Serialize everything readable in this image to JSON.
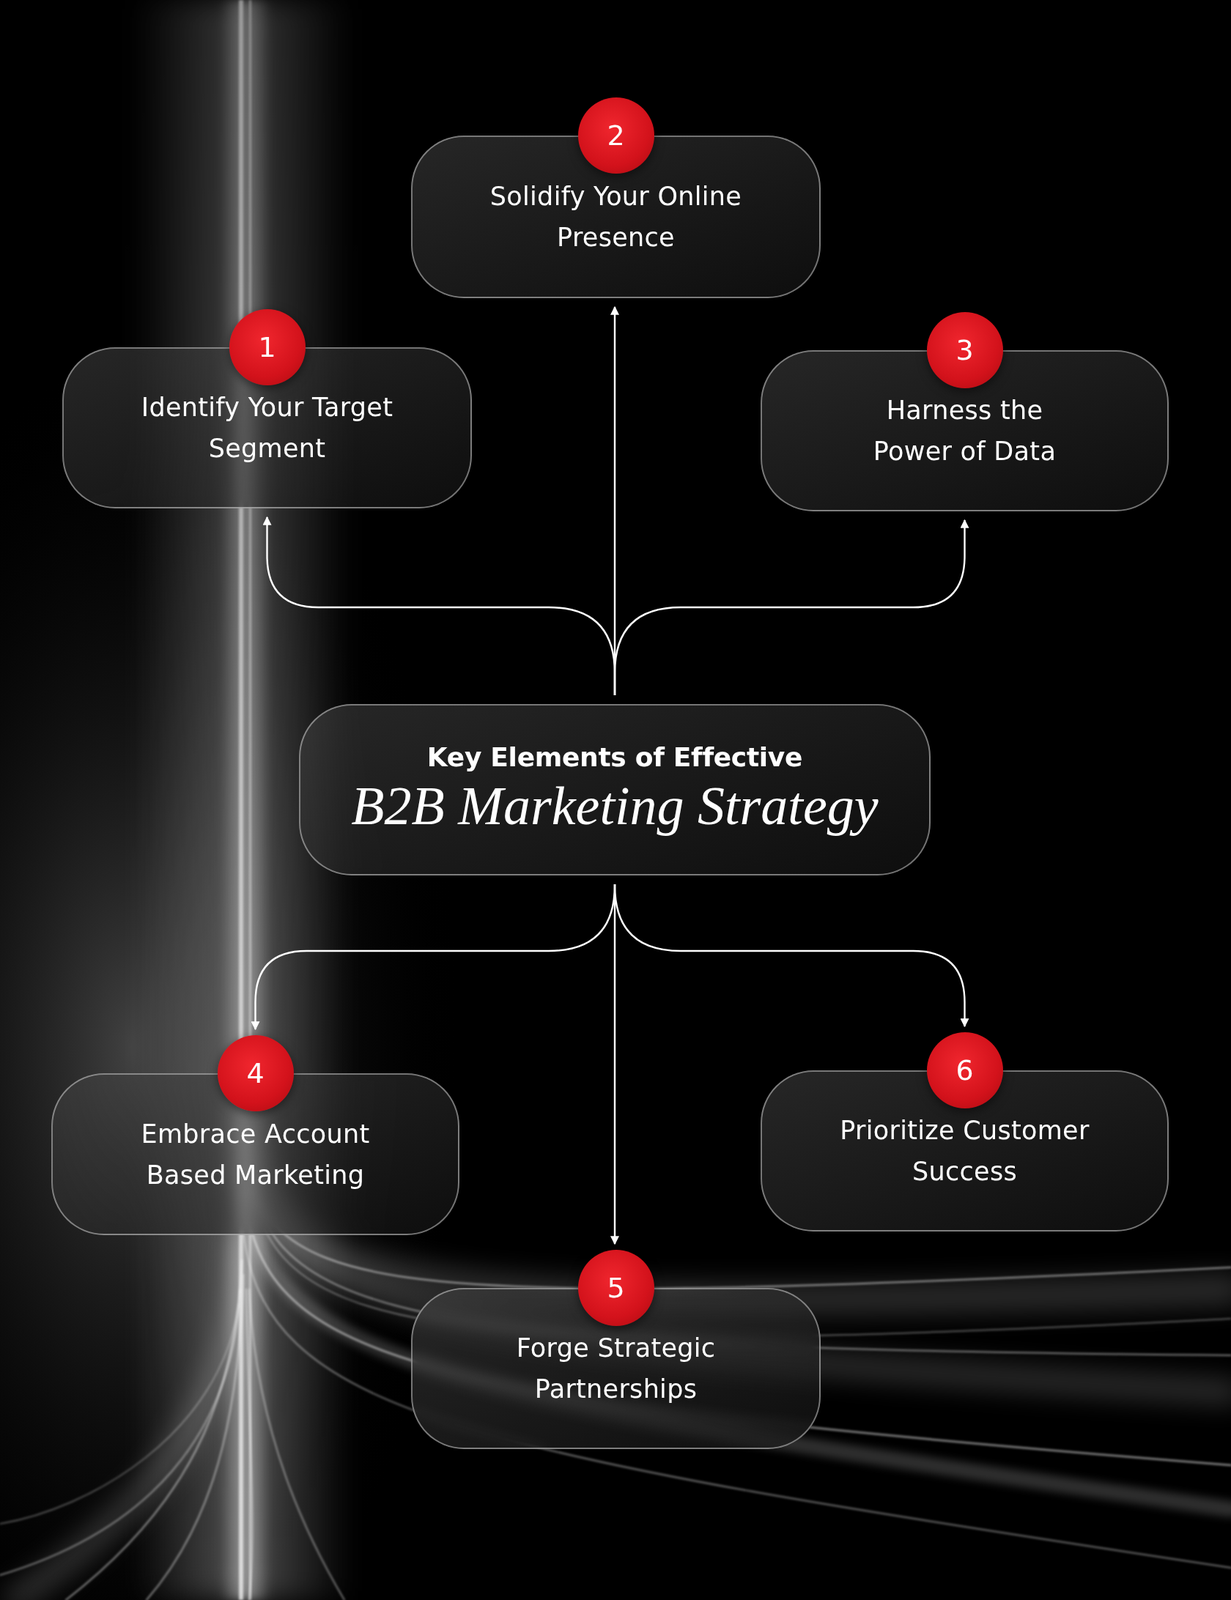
{
  "diagram": {
    "nodes": [
      {
        "text": [
          "Key Elements of Effective",
          "B2B Marketing Strategy"
        ]
      },
      {
        "text": [
          "Identify Your Target Segment"
        ]
      },
      {
        "text": [
          "1"
        ],
        "in": 1
      },
      {
        "text": [
          "Solidify Your Online Presence"
        ]
      },
      {
        "text": [
          "2"
        ],
        "in": 3
      },
      {
        "text": [
          "Harness the Power of Data"
        ]
      },
      {
        "text": [
          "3"
        ],
        "in": 5
      },
      {
        "text": [
          "Embrace Account Based Marketing"
        ]
      },
      {
        "text": [
          "4"
        ],
        "in": 7
      },
      {
        "text": [
          "Forge Strategic Partnerships"
        ]
      },
      {
        "text": [
          "5"
        ],
        "in": 9
      },
      {
        "text": [
          "Prioritize Customer Success"
        ]
      },
      {
        "text": [
          "6"
        ],
        "in": 11
      }
    ],
    "edges": [
      {
        "from": 0,
        "to": 1,
        "arrow": "to"
      },
      {
        "from": 0,
        "to": 3,
        "arrow": "to"
      },
      {
        "from": 0,
        "to": 5,
        "arrow": "to"
      },
      {
        "from": 0,
        "to": 7,
        "arrow": "to"
      },
      {
        "from": 0,
        "to": 9,
        "arrow": "to"
      },
      {
        "from": 0,
        "to": 11,
        "arrow": "to"
      }
    ]
  }
}
